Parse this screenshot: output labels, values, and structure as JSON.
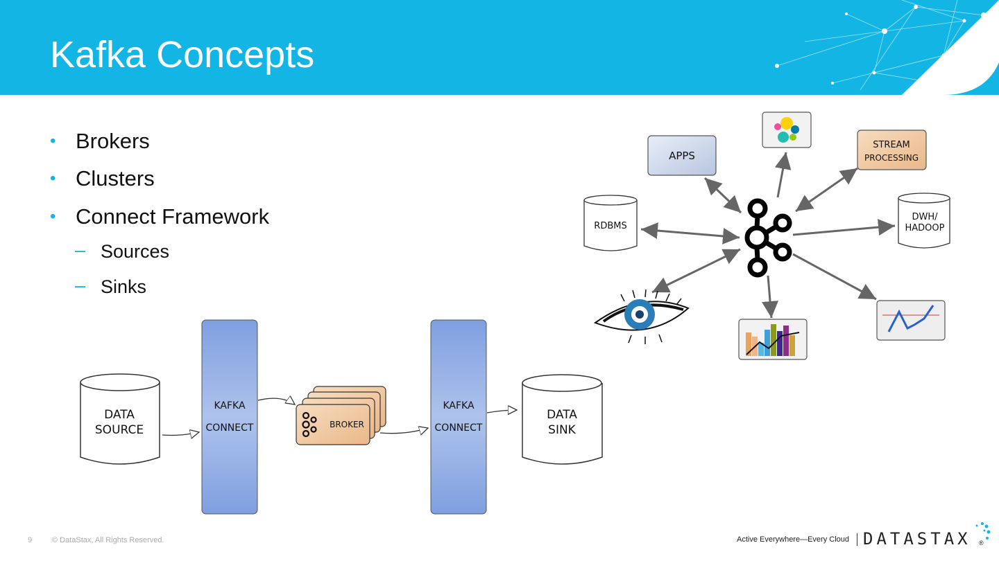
{
  "slide": {
    "title": "Kafka Concepts",
    "page_number": "9",
    "copyright": "© DataStax, All Rights Reserved.",
    "tagline": "Active Everywhere—Every Cloud",
    "brand": "DATASTAX",
    "brand_mark": "®"
  },
  "bullets": [
    {
      "text": "Brokers",
      "level": 1
    },
    {
      "text": "Clusters",
      "level": 1
    },
    {
      "text": "Connect Framework",
      "level": 1
    },
    {
      "text": "Sources",
      "level": 2
    },
    {
      "text": "Sinks",
      "level": 2
    }
  ],
  "pipeline": {
    "source_line1": "DATA",
    "source_line2": "SOURCE",
    "connect1_line1": "KAFKA",
    "connect1_line2": "CONNECT",
    "broker": "BROKER",
    "connect2_line1": "KAFKA",
    "connect2_line2": "CONNECT",
    "sink_line1": "DATA",
    "sink_line2": "SINK"
  },
  "ecosystem": {
    "apps": "APPS",
    "stream_line1": "STREAM",
    "stream_line2": "PROCESSING",
    "rdbms": "RDBMS",
    "dwh_line1": "DWH/",
    "dwh_line2": "HADOOP"
  },
  "colors": {
    "header": "#12b5e3",
    "accent": "#12b5e3",
    "connect_blue": "#8aa6e2",
    "broker_peach": "#f1c9a0"
  }
}
